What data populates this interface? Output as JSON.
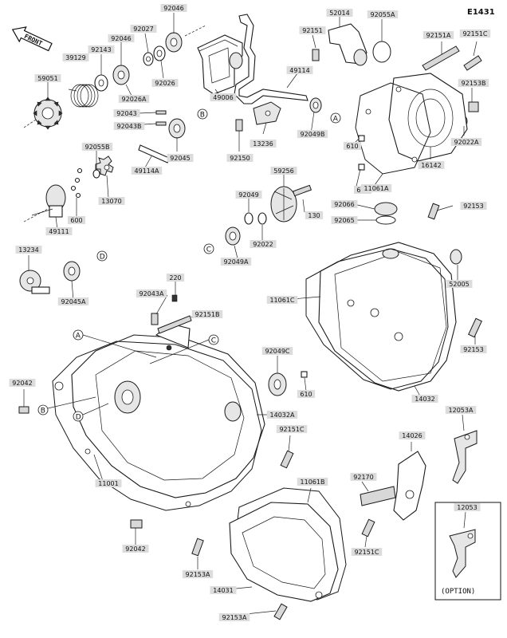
{
  "diagram_code": "E1431",
  "front_label": "FRONT",
  "option_label": "(OPTION)",
  "parts": [
    {
      "id": "92046a",
      "label": "92046"
    },
    {
      "id": "52014",
      "label": "52014"
    },
    {
      "id": "92055A",
      "label": "92055A"
    },
    {
      "id": "92151",
      "label": "92151"
    },
    {
      "id": "92151A",
      "label": "92151A"
    },
    {
      "id": "92151C_top",
      "label": "92151C"
    },
    {
      "id": "39129",
      "label": "39129"
    },
    {
      "id": "92143",
      "label": "92143"
    },
    {
      "id": "92046b",
      "label": "92046"
    },
    {
      "id": "92027",
      "label": "92027"
    },
    {
      "id": "59051",
      "label": "59051"
    },
    {
      "id": "92026A",
      "label": "92026A"
    },
    {
      "id": "92026",
      "label": "92026"
    },
    {
      "id": "49006",
      "label": "49006"
    },
    {
      "id": "49114",
      "label": "49114"
    },
    {
      "id": "92153B",
      "label": "92153B"
    },
    {
      "id": "92043",
      "label": "92043"
    },
    {
      "id": "92043B",
      "label": "92043B"
    },
    {
      "id": "13236",
      "label": "13236"
    },
    {
      "id": "92049B",
      "label": "92049B"
    },
    {
      "id": "92022A",
      "label": "92022A"
    },
    {
      "id": "610a",
      "label": "610"
    },
    {
      "id": "92055B",
      "label": "92055B"
    },
    {
      "id": "92045",
      "label": "92045"
    },
    {
      "id": "92150",
      "label": "92150"
    },
    {
      "id": "16142",
      "label": "16142"
    },
    {
      "id": "49114A",
      "label": "49114A"
    },
    {
      "id": "59256",
      "label": "59256"
    },
    {
      "id": "610b",
      "label": "610"
    },
    {
      "id": "11061A",
      "label": "11061A"
    },
    {
      "id": "13070",
      "label": "13070"
    },
    {
      "id": "92049",
      "label": "92049"
    },
    {
      "id": "130",
      "label": "130"
    },
    {
      "id": "92066",
      "label": "92066"
    },
    {
      "id": "600",
      "label": "600"
    },
    {
      "id": "92153_top",
      "label": "92153"
    },
    {
      "id": "49111",
      "label": "49111"
    },
    {
      "id": "92065",
      "label": "92065"
    },
    {
      "id": "92022",
      "label": "92022"
    },
    {
      "id": "13234",
      "label": "13234"
    },
    {
      "id": "92049A",
      "label": "92049A"
    },
    {
      "id": "52005",
      "label": "52005"
    },
    {
      "id": "92045A",
      "label": "92045A"
    },
    {
      "id": "220",
      "label": "220"
    },
    {
      "id": "92043A",
      "label": "92043A"
    },
    {
      "id": "11061C",
      "label": "11061C"
    },
    {
      "id": "92151B",
      "label": "92151B"
    },
    {
      "id": "92153_mid",
      "label": "92153"
    },
    {
      "id": "92049C",
      "label": "92049C"
    },
    {
      "id": "92042a",
      "label": "92042"
    },
    {
      "id": "610c",
      "label": "610"
    },
    {
      "id": "14032",
      "label": "14032"
    },
    {
      "id": "14032A",
      "label": "14032A"
    },
    {
      "id": "12053A",
      "label": "12053A"
    },
    {
      "id": "92151C_mid",
      "label": "92151C"
    },
    {
      "id": "14026",
      "label": "14026"
    },
    {
      "id": "11001",
      "label": "11001"
    },
    {
      "id": "11061B",
      "label": "11061B"
    },
    {
      "id": "92170",
      "label": "92170"
    },
    {
      "id": "12053",
      "label": "12053"
    },
    {
      "id": "92042b",
      "label": "92042"
    },
    {
      "id": "92151C_low",
      "label": "92151C"
    },
    {
      "id": "92153A_a",
      "label": "92153A"
    },
    {
      "id": "14031",
      "label": "14031"
    },
    {
      "id": "92153A_b",
      "label": "92153A"
    }
  ],
  "callouts": [
    "A",
    "B",
    "C",
    "D"
  ]
}
